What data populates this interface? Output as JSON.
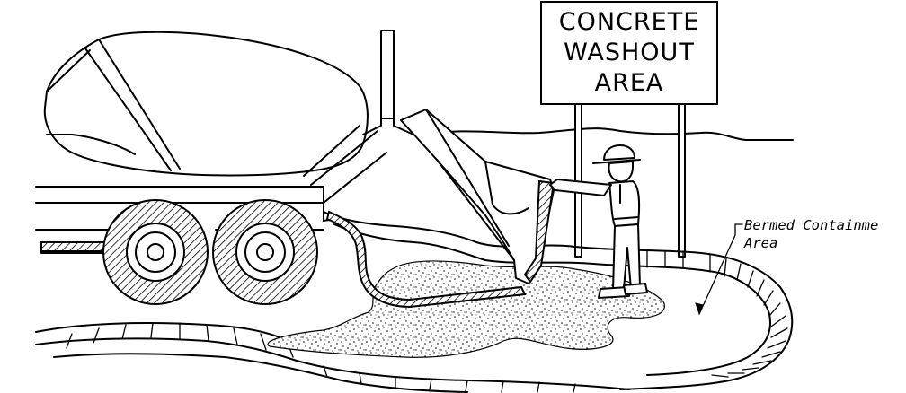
{
  "sign": {
    "line1": "CONCRETE",
    "line2": "WASHOUT",
    "line3": "AREA"
  },
  "callout": {
    "line1": "Bermed Containme",
    "line2": "Area"
  }
}
